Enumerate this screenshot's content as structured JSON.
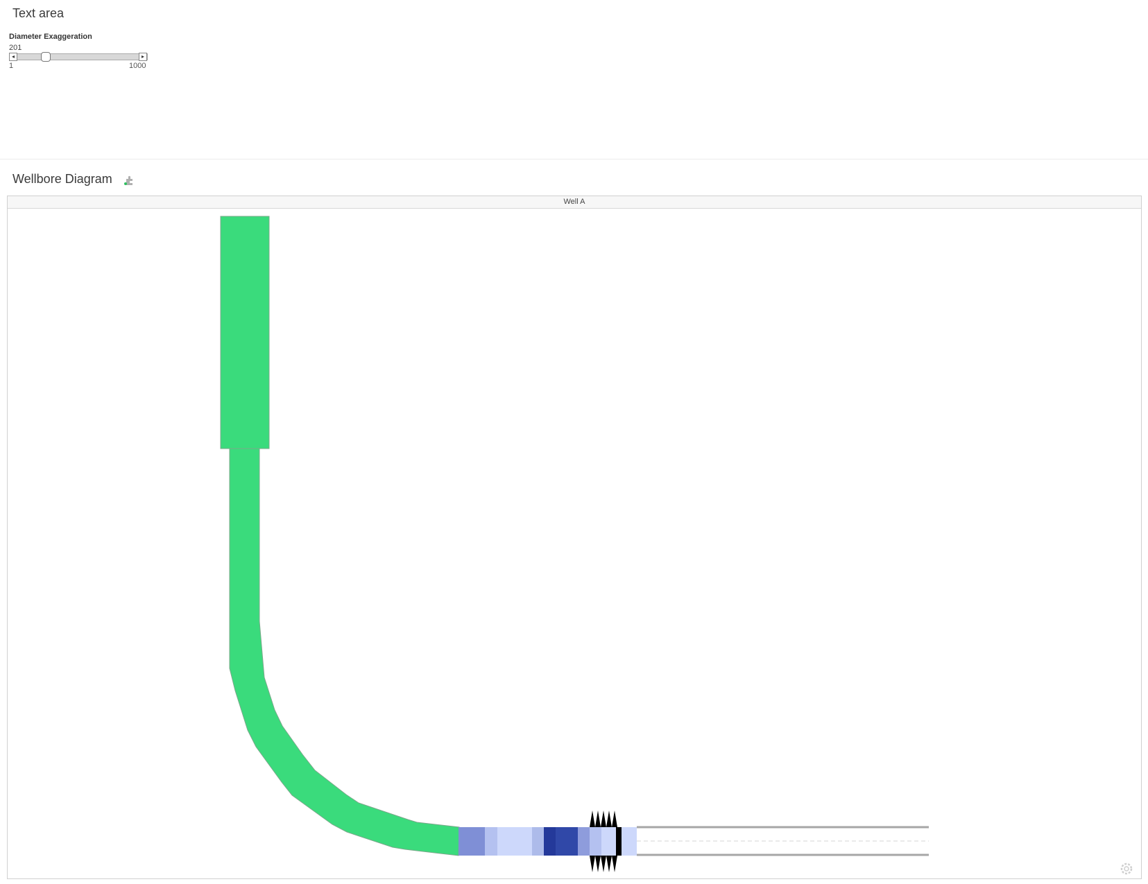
{
  "text_area": {
    "title": "Text area",
    "slider": {
      "label": "Diameter Exaggeration",
      "value": "201",
      "min_label": "1",
      "max_label": "1000",
      "value_fraction": 0.2
    }
  },
  "wellbore": {
    "title": "Wellbore Diagram",
    "well_name": "Well A",
    "colors": {
      "casing": "#3ADB7C",
      "casing_outline": "#7aa88a",
      "tubing_line": "#a6a6a6",
      "perforation": "#000000"
    },
    "zone_colors": [
      "#7F8FD6",
      "#B4C1F0",
      "#CDD8FB",
      "#ADBBEA",
      "#24399A",
      "#3048A8",
      "#8E9CDC",
      "#B4C1F0",
      "#CDD8FB",
      "#000000",
      "#CDD8FB"
    ]
  },
  "icons": {
    "puzzle": "puzzle-icon",
    "settings": "gear-icon"
  }
}
